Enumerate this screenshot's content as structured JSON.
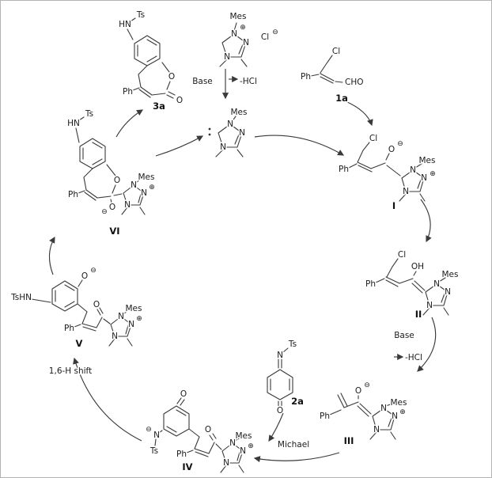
{
  "figure": {
    "type": "nhc-catalytic-cycle-mechanism"
  },
  "a": {
    "N": "N",
    "O": "O",
    "OH": "OH",
    "Cl": "Cl",
    "CHO": "CHO",
    "Ph": "Ph",
    "Mes": "Mes",
    "Ts": "Ts",
    "HN": "HN",
    "TsHN": "TsHN",
    "plus": "⊕",
    "minus": "⊖"
  },
  "c": {
    "a1": "1a",
    "a2": "2a",
    "a3": "3a",
    "i1": "I",
    "i2": "II",
    "i3": "III",
    "i4": "IV",
    "i5": "V",
    "i6": "VI"
  },
  "t": {
    "base1": "Base",
    "hcl1": "-HCl",
    "base2": "Base",
    "hcl2": "-HCl",
    "michael": "Michael",
    "hshift": "1,6-H shift"
  }
}
